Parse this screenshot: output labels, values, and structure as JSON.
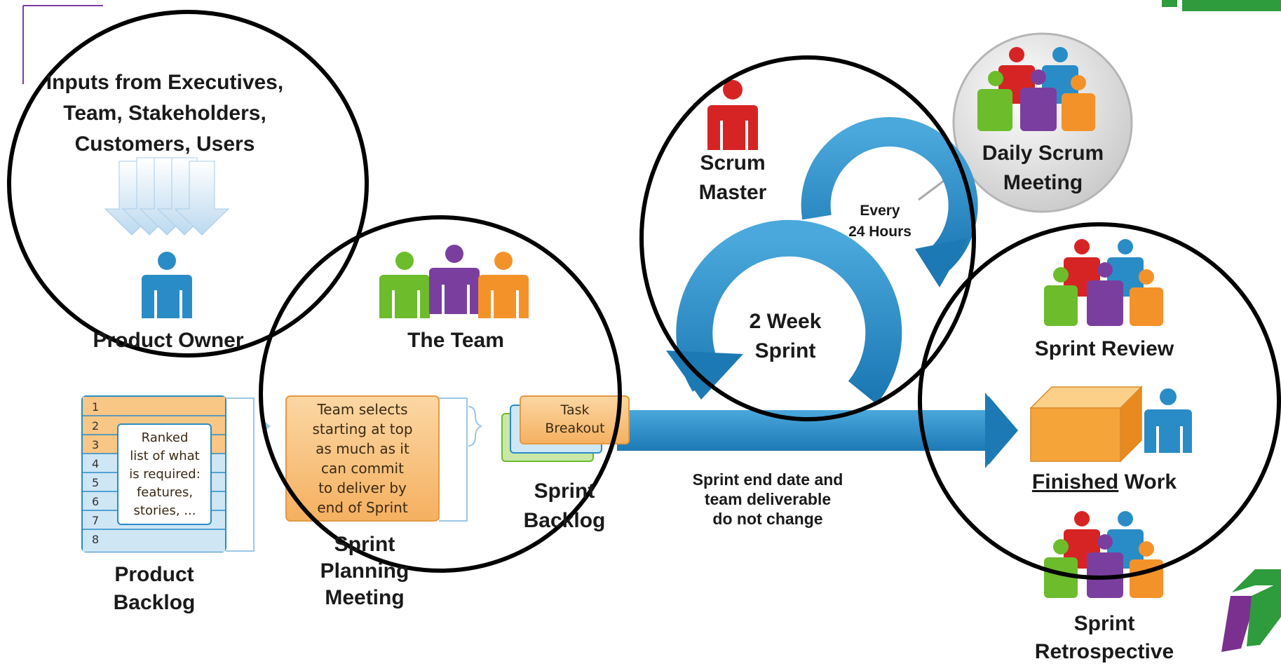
{
  "colors": {
    "blue": "#2a8cc6",
    "blue_dark": "#1c6fa6",
    "red": "#d62424",
    "green": "#6cbc2c",
    "purple": "#7a3f9e",
    "orange": "#f4922a",
    "orange_light": "#f8c685",
    "box_blue": "#cfe6f5",
    "logo_green": "#2e9b3c",
    "logo_purple": "#7b2f8f"
  },
  "labels": {
    "inputs": "Inputs from Executives,\nTeam, Stakeholders,\nCustomers, Users",
    "product_owner": "Product Owner",
    "the_team": "The Team",
    "scrum_master": "Scrum\nMaster",
    "daily_scrum": "Daily Scrum\nMeeting",
    "every_24": "Every\n24 Hours",
    "two_week_sprint": "2 Week\nSprint",
    "sprint_review": "Sprint Review",
    "finished_underline": "Finished",
    "finished_rest": " Work",
    "sprint_retrospective": "Sprint\nRetrospective",
    "product_backlog": "Product\nBacklog",
    "sprint_planning": "Sprint\nPlanning\nMeeting",
    "sprint_backlog": "Sprint\nBacklog",
    "sprint_end": "Sprint end date and\nteam deliverable\ndo not change",
    "ranked_list": "Ranked\nlist of what\nis required:\nfeatures,\nstories, ...",
    "team_selects": "Team selects\nstarting at top\nas much as it\ncan commit\nto deliver by\nend of Sprint",
    "task_breakout": "Task\nBreakout"
  },
  "backlog_numbers": [
    "1",
    "2",
    "3",
    "4",
    "5",
    "6",
    "7",
    "8"
  ]
}
